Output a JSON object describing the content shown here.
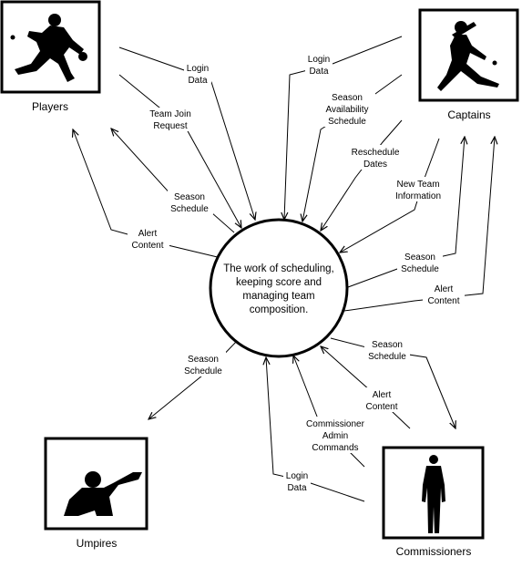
{
  "process": {
    "lines": [
      "The work of scheduling,",
      "keeping score and",
      "managing team",
      "composition."
    ]
  },
  "actors": {
    "players": "Players",
    "captains": "Captains",
    "umpires": "Umpires",
    "commissioners": "Commissioners"
  },
  "flows": {
    "players_login": [
      "Login",
      "Data"
    ],
    "players_team_join": [
      "Team Join",
      "Request"
    ],
    "players_season_schedule": [
      "Season",
      "Schedule"
    ],
    "players_alert": [
      "Alert",
      "Content"
    ],
    "captains_login": [
      "Login",
      "Data"
    ],
    "captains_availability": [
      "Season",
      "Availability",
      "Schedule"
    ],
    "captains_reschedule": [
      "Reschedule",
      "Dates"
    ],
    "captains_new_team": [
      "New Team",
      "Information"
    ],
    "captains_season_schedule": [
      "Season",
      "Schedule"
    ],
    "captains_alert": [
      "Alert",
      "Content"
    ],
    "umpires_season_schedule": [
      "Season",
      "Schedule"
    ],
    "commissioners_season_schedule": [
      "Season",
      "Schedule"
    ],
    "commissioners_alert": [
      "Alert",
      "Content"
    ],
    "commissioners_admin": [
      "Commissioner",
      "Admin",
      "Commands"
    ],
    "commissioners_login": [
      "Login",
      "Data"
    ]
  },
  "icons": {
    "players": "baseball-pitcher-icon",
    "captains": "baseball-batter-icon",
    "umpires": "umpire-icon",
    "commissioners": "businessman-icon"
  }
}
